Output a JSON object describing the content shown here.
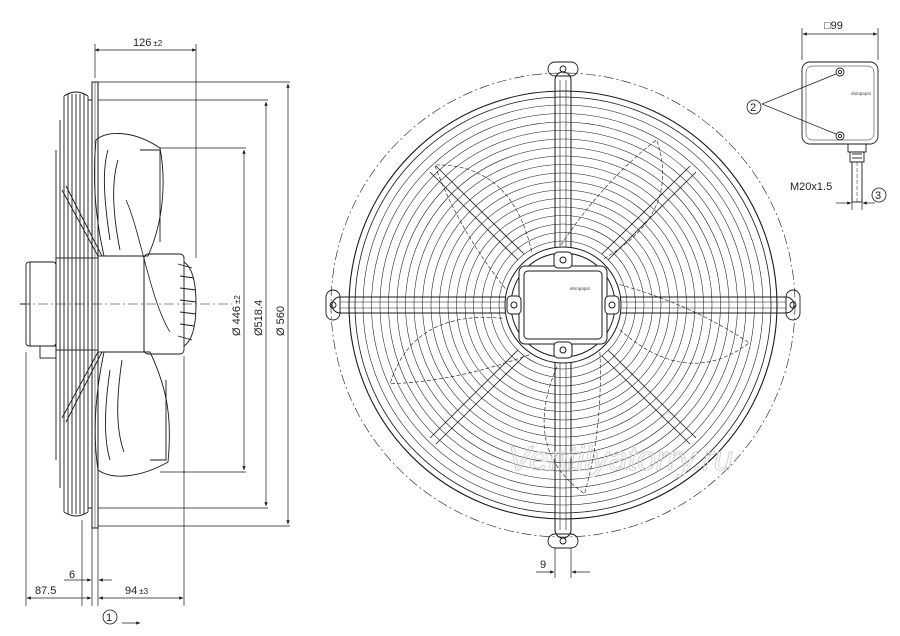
{
  "side_view": {
    "width_dim": "126",
    "width_tol": "±2",
    "dia_blade": "Ø 446",
    "dia_blade_tol": "±2",
    "dia_ring": "Ø518.4",
    "dia_outer": "Ø 560",
    "dim_6": "6",
    "dim_87": "87.5",
    "dim_94": "94",
    "dim_94_tol": "±3",
    "callout_1": "1"
  },
  "front_view": {
    "dim_9": "9",
    "motor_logo": "ebmpapst",
    "watermark": "Ventilyatorry.ru"
  },
  "terminal_box": {
    "size_dim": "□99",
    "callout_2": "2",
    "callout_3": "3",
    "thread": "M20x1.5",
    "logo": "ebmpapst"
  },
  "colors": {
    "line": "#1a1a1a",
    "watermark": "#cfcfcf",
    "background": "#ffffff"
  }
}
